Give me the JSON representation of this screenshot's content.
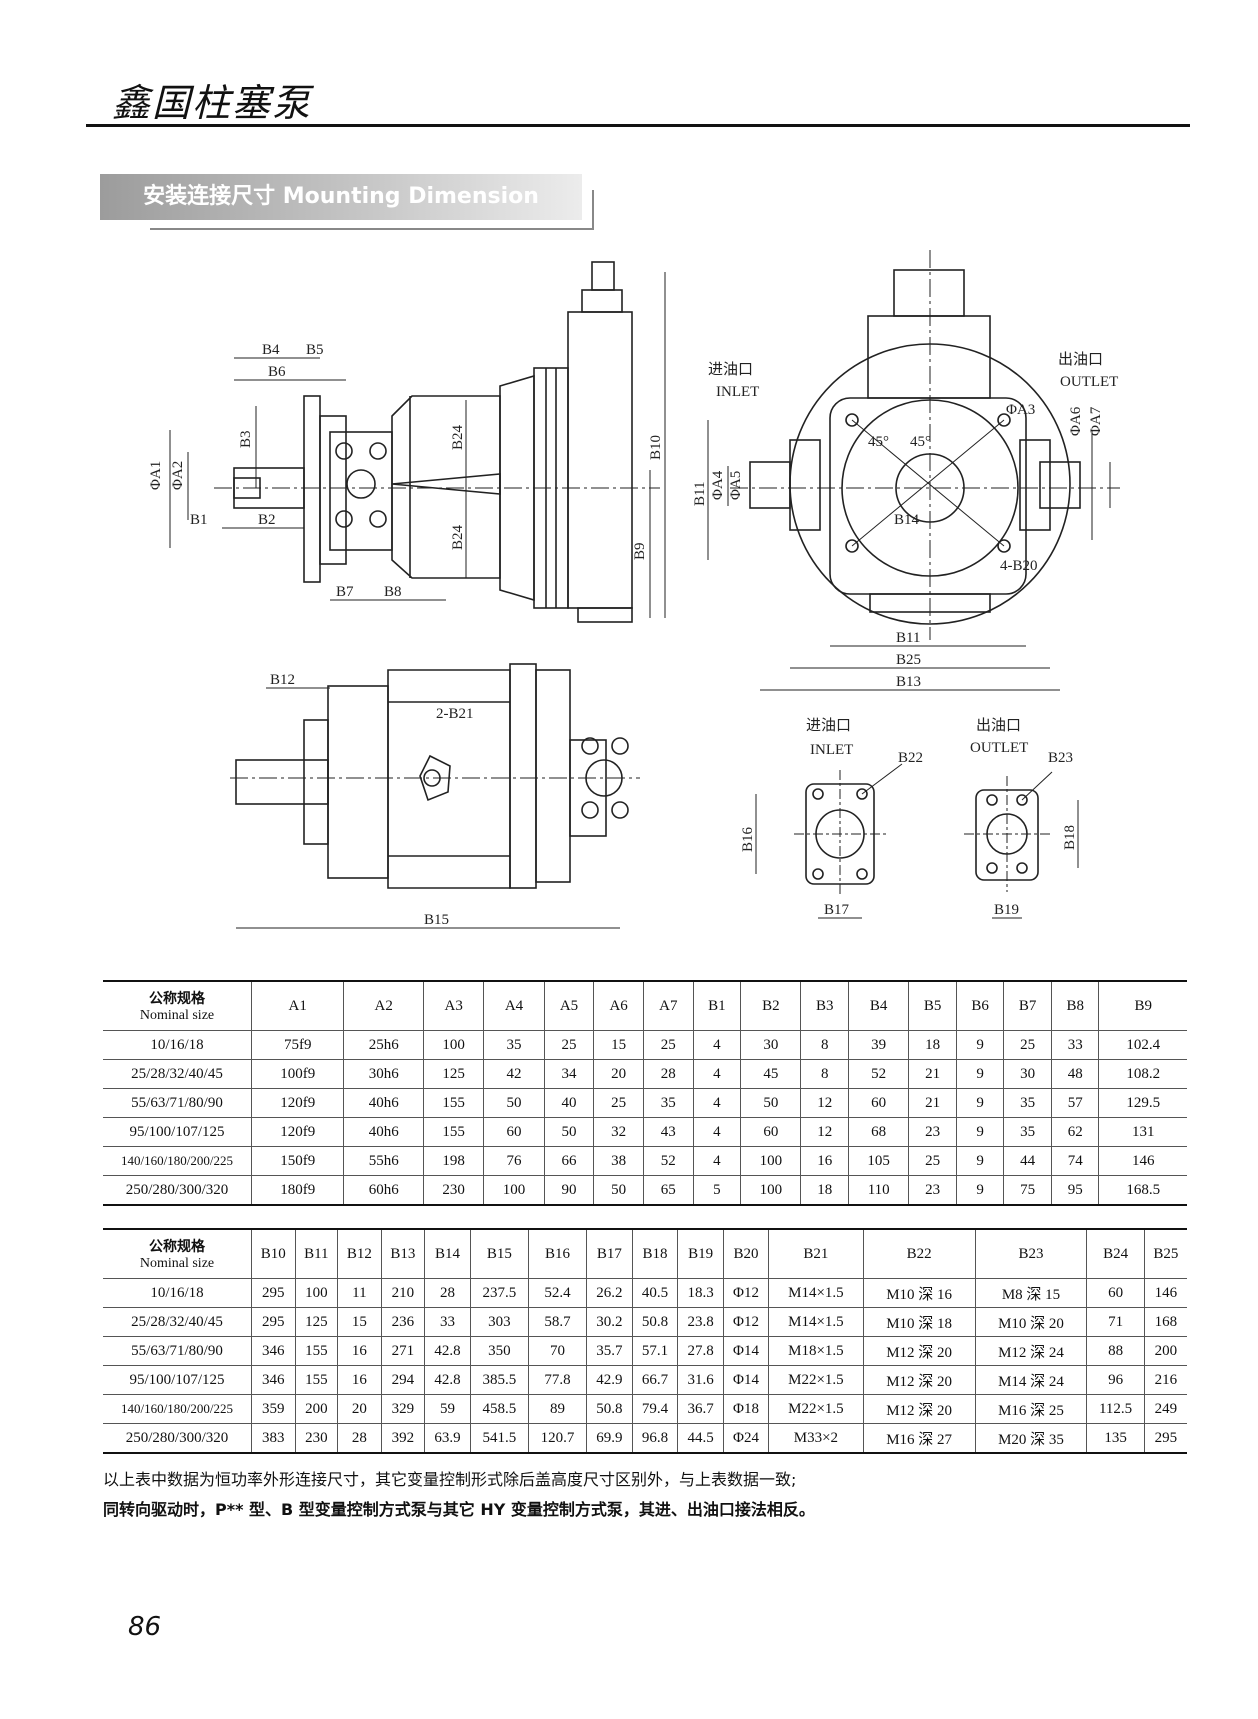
{
  "header": {
    "brand": "鑫国柱塞泵"
  },
  "section": {
    "title": "安装连接尺寸 Mounting Dimension"
  },
  "drawing_labels": {
    "inlet_cn": "进油口",
    "inlet_en": "INLET",
    "outlet_cn": "出油口",
    "outlet_en": "OUTLET",
    "B1": "B1",
    "B2": "B2",
    "B3": "B3",
    "B4": "B4",
    "B5": "B5",
    "B6": "B6",
    "B7": "B7",
    "B8": "B8",
    "B9": "B9",
    "B10": "B10",
    "B11": "B11",
    "B12": "B12",
    "B13": "B13",
    "B14": "B14",
    "B15": "B15",
    "B16": "B16",
    "B17": "B17",
    "B18": "B18",
    "B19": "B19",
    "B20": "4-B20",
    "B21": "2-B21",
    "B22": "B22",
    "B23": "B23",
    "B24": "B24",
    "B25": "B25",
    "A1": "ΦA1",
    "A2": "ΦA2",
    "A3": "ΦA3",
    "A4": "ΦA4",
    "A5": "ΦA5",
    "A6": "ΦA6",
    "A7": "ΦA7",
    "angle": "45°"
  },
  "table1": {
    "header_cn": "公称规格",
    "header_en": "Nominal size",
    "columns": [
      "A1",
      "A2",
      "A3",
      "A4",
      "A5",
      "A6",
      "A7",
      "B1",
      "B2",
      "B3",
      "B4",
      "B5",
      "B6",
      "B7",
      "B8",
      "B9"
    ],
    "rows": [
      [
        "10/16/18",
        "75f9",
        "25h6",
        "100",
        "35",
        "25",
        "15",
        "25",
        "4",
        "30",
        "8",
        "39",
        "18",
        "9",
        "25",
        "33",
        "102.4"
      ],
      [
        "25/28/32/40/45",
        "100f9",
        "30h6",
        "125",
        "42",
        "34",
        "20",
        "28",
        "4",
        "45",
        "8",
        "52",
        "21",
        "9",
        "30",
        "48",
        "108.2"
      ],
      [
        "55/63/71/80/90",
        "120f9",
        "40h6",
        "155",
        "50",
        "40",
        "25",
        "35",
        "4",
        "50",
        "12",
        "60",
        "21",
        "9",
        "35",
        "57",
        "129.5"
      ],
      [
        "95/100/107/125",
        "120f9",
        "40h6",
        "155",
        "60",
        "50",
        "32",
        "43",
        "4",
        "60",
        "12",
        "68",
        "23",
        "9",
        "35",
        "62",
        "131"
      ],
      [
        "140/160/180/200/225",
        "150f9",
        "55h6",
        "198",
        "76",
        "66",
        "38",
        "52",
        "4",
        "100",
        "16",
        "105",
        "25",
        "9",
        "44",
        "74",
        "146"
      ],
      [
        "250/280/300/320",
        "180f9",
        "60h6",
        "230",
        "100",
        "90",
        "50",
        "65",
        "5",
        "100",
        "18",
        "110",
        "23",
        "9",
        "75",
        "95",
        "168.5"
      ]
    ]
  },
  "table2": {
    "header_cn": "公称规格",
    "header_en": "Nominal size",
    "columns": [
      "B10",
      "B11",
      "B12",
      "B13",
      "B14",
      "B15",
      "B16",
      "B17",
      "B18",
      "B19",
      "B20",
      "B21",
      "B22",
      "B23",
      "B24",
      "B25"
    ],
    "rows": [
      [
        "10/16/18",
        "295",
        "100",
        "11",
        "210",
        "28",
        "237.5",
        "52.4",
        "26.2",
        "40.5",
        "18.3",
        "Φ12",
        "M14×1.5",
        "M10 深 16",
        "M8 深 15",
        "60",
        "146"
      ],
      [
        "25/28/32/40/45",
        "295",
        "125",
        "15",
        "236",
        "33",
        "303",
        "58.7",
        "30.2",
        "50.8",
        "23.8",
        "Φ12",
        "M14×1.5",
        "M10 深 18",
        "M10 深 20",
        "71",
        "168"
      ],
      [
        "55/63/71/80/90",
        "346",
        "155",
        "16",
        "271",
        "42.8",
        "350",
        "70",
        "35.7",
        "57.1",
        "27.8",
        "Φ14",
        "M18×1.5",
        "M12 深 20",
        "M12 深 24",
        "88",
        "200"
      ],
      [
        "95/100/107/125",
        "346",
        "155",
        "16",
        "294",
        "42.8",
        "385.5",
        "77.8",
        "42.9",
        "66.7",
        "31.6",
        "Φ14",
        "M22×1.5",
        "M12 深 20",
        "M14 深 24",
        "96",
        "216"
      ],
      [
        "140/160/180/200/225",
        "359",
        "200",
        "20",
        "329",
        "59",
        "458.5",
        "89",
        "50.8",
        "79.4",
        "36.7",
        "Φ18",
        "M22×1.5",
        "M12 深 20",
        "M16 深 25",
        "112.5",
        "249"
      ],
      [
        "250/280/300/320",
        "383",
        "230",
        "28",
        "392",
        "63.9",
        "541.5",
        "120.7",
        "69.9",
        "96.8",
        "44.5",
        "Φ24",
        "M33×2",
        "M16 深 27",
        "M20 深 35",
        "135",
        "295"
      ]
    ]
  },
  "notes": {
    "line1": "以上表中数据为恒功率外形连接尺寸，其它变量控制形式除后盖高度尺寸区别外，与上表数据一致;",
    "line2": "同转向驱动时，P** 型、B 型变量控制方式泵与其它 HY 变量控制方式泵，其进、出油口接法相反。"
  },
  "footer": {
    "page_number": "86"
  }
}
